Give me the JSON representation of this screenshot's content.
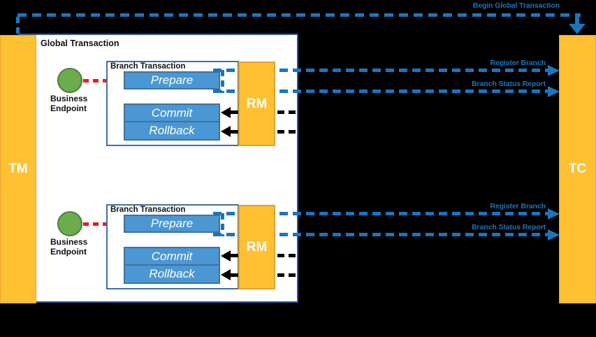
{
  "actors": {
    "tm_label": "TM",
    "tc_label": "TC"
  },
  "global_box": {
    "label": "Global Transaction"
  },
  "top_message": {
    "label": "Begin Global Transaction"
  },
  "branches": [
    {
      "box_label": "Branch Transaction",
      "endpoint_line1": "Business",
      "endpoint_line2": "Endpoint",
      "prepare_label": "Prepare",
      "commit_label": "Commit",
      "rollback_label": "Rollback",
      "rm_label": "RM",
      "register_label": "Register Branch",
      "status_label": "Branch Status Report"
    },
    {
      "box_label": "Branch Transaction",
      "endpoint_line1": "Business",
      "endpoint_line2": "Endpoint",
      "prepare_label": "Prepare",
      "commit_label": "Commit",
      "rollback_label": "Rollback",
      "rm_label": "RM",
      "register_label": "Register Branch",
      "status_label": "Branch Status Report"
    }
  ],
  "colors": {
    "background": "#000000",
    "panel_fill": "#FFFFFF",
    "global_border": "#2F5496",
    "branch_border": "#41719C",
    "actor_fill": "#FFC032",
    "actor_border": "#E2A233",
    "step_fill": "#4A97D3",
    "step_border": "#41719C",
    "endpoint_fill": "#6CAC4F",
    "endpoint_border": "#4E7E3A",
    "blue_message": "#1B75BC",
    "red_arrow": "#ED1C24",
    "black_arrow": "#000000",
    "label_text": "#111111",
    "box_text": "#FFFFFF"
  }
}
